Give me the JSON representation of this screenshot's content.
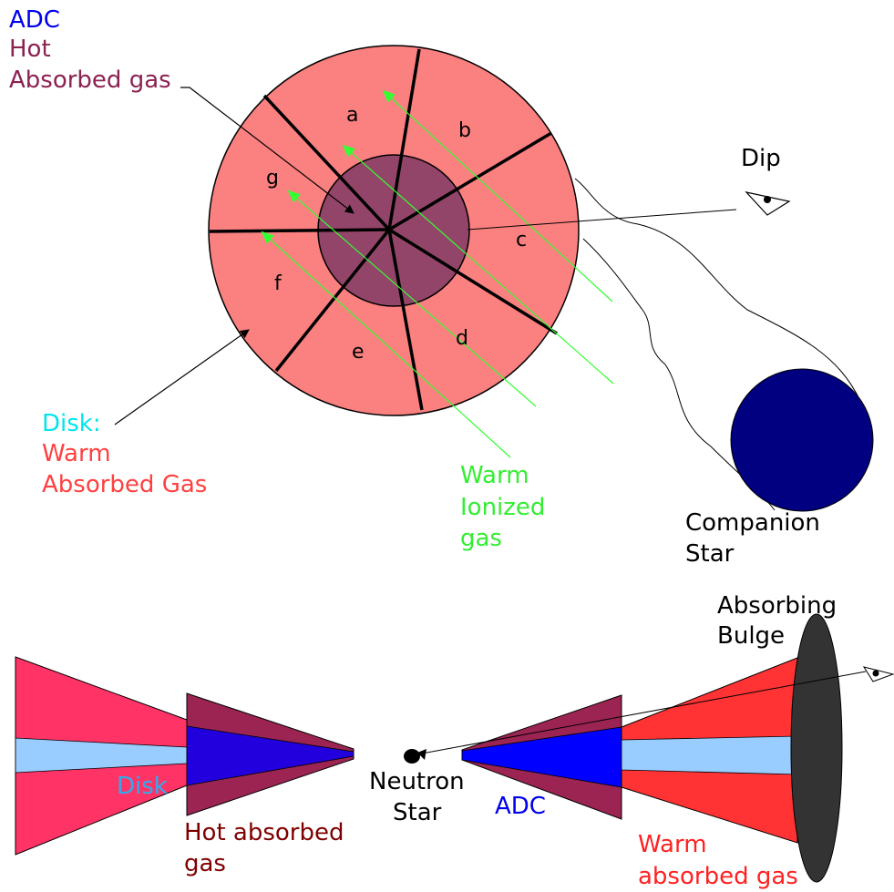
{
  "top": {
    "adc_line1": "ADC",
    "adc_line2": "Hot",
    "adc_line3": "Absorbed gas",
    "segments": [
      "a",
      "b",
      "c",
      "d",
      "e",
      "f",
      "g"
    ],
    "dip": "Dip",
    "disk_line1": "Disk:",
    "disk_line2": "Warm",
    "disk_line3": "Absorbed Gas",
    "warm_line1": "Warm",
    "warm_line2": "Ionized",
    "warm_line3": "gas",
    "companion_line1": "Companion",
    "companion_line2": "Star"
  },
  "bottom": {
    "disk": "Disk",
    "hot_line1": "Hot absorbed",
    "hot_line2": "gas",
    "neutron_line1": "Neutron",
    "neutron_line2": "Star",
    "adc": "ADC",
    "bulge_line1": "Absorbing",
    "bulge_line2": "Bulge",
    "warm_line1": "Warm",
    "warm_line2": "absorbed gas"
  },
  "colors": {
    "disk_pink": "#fb8080",
    "adc_core": "#924568",
    "ionized_green": "#33ff33",
    "companion": "#000080",
    "label_blue": "#0000ee",
    "label_maroon": "#8b2252",
    "label_cyan": "#00e5ee",
    "label_red": "#ff4040",
    "label_green": "#33ee33",
    "cone_pink": "#ff3366",
    "cone_maroon": "#9b2452",
    "cone_blue": "#0000ff",
    "cone_indigo": "#2200dd",
    "cone_lightblue": "#99ccff",
    "cone_red": "#ff3333",
    "bulge": "#333333",
    "hot_label": "#800000"
  }
}
